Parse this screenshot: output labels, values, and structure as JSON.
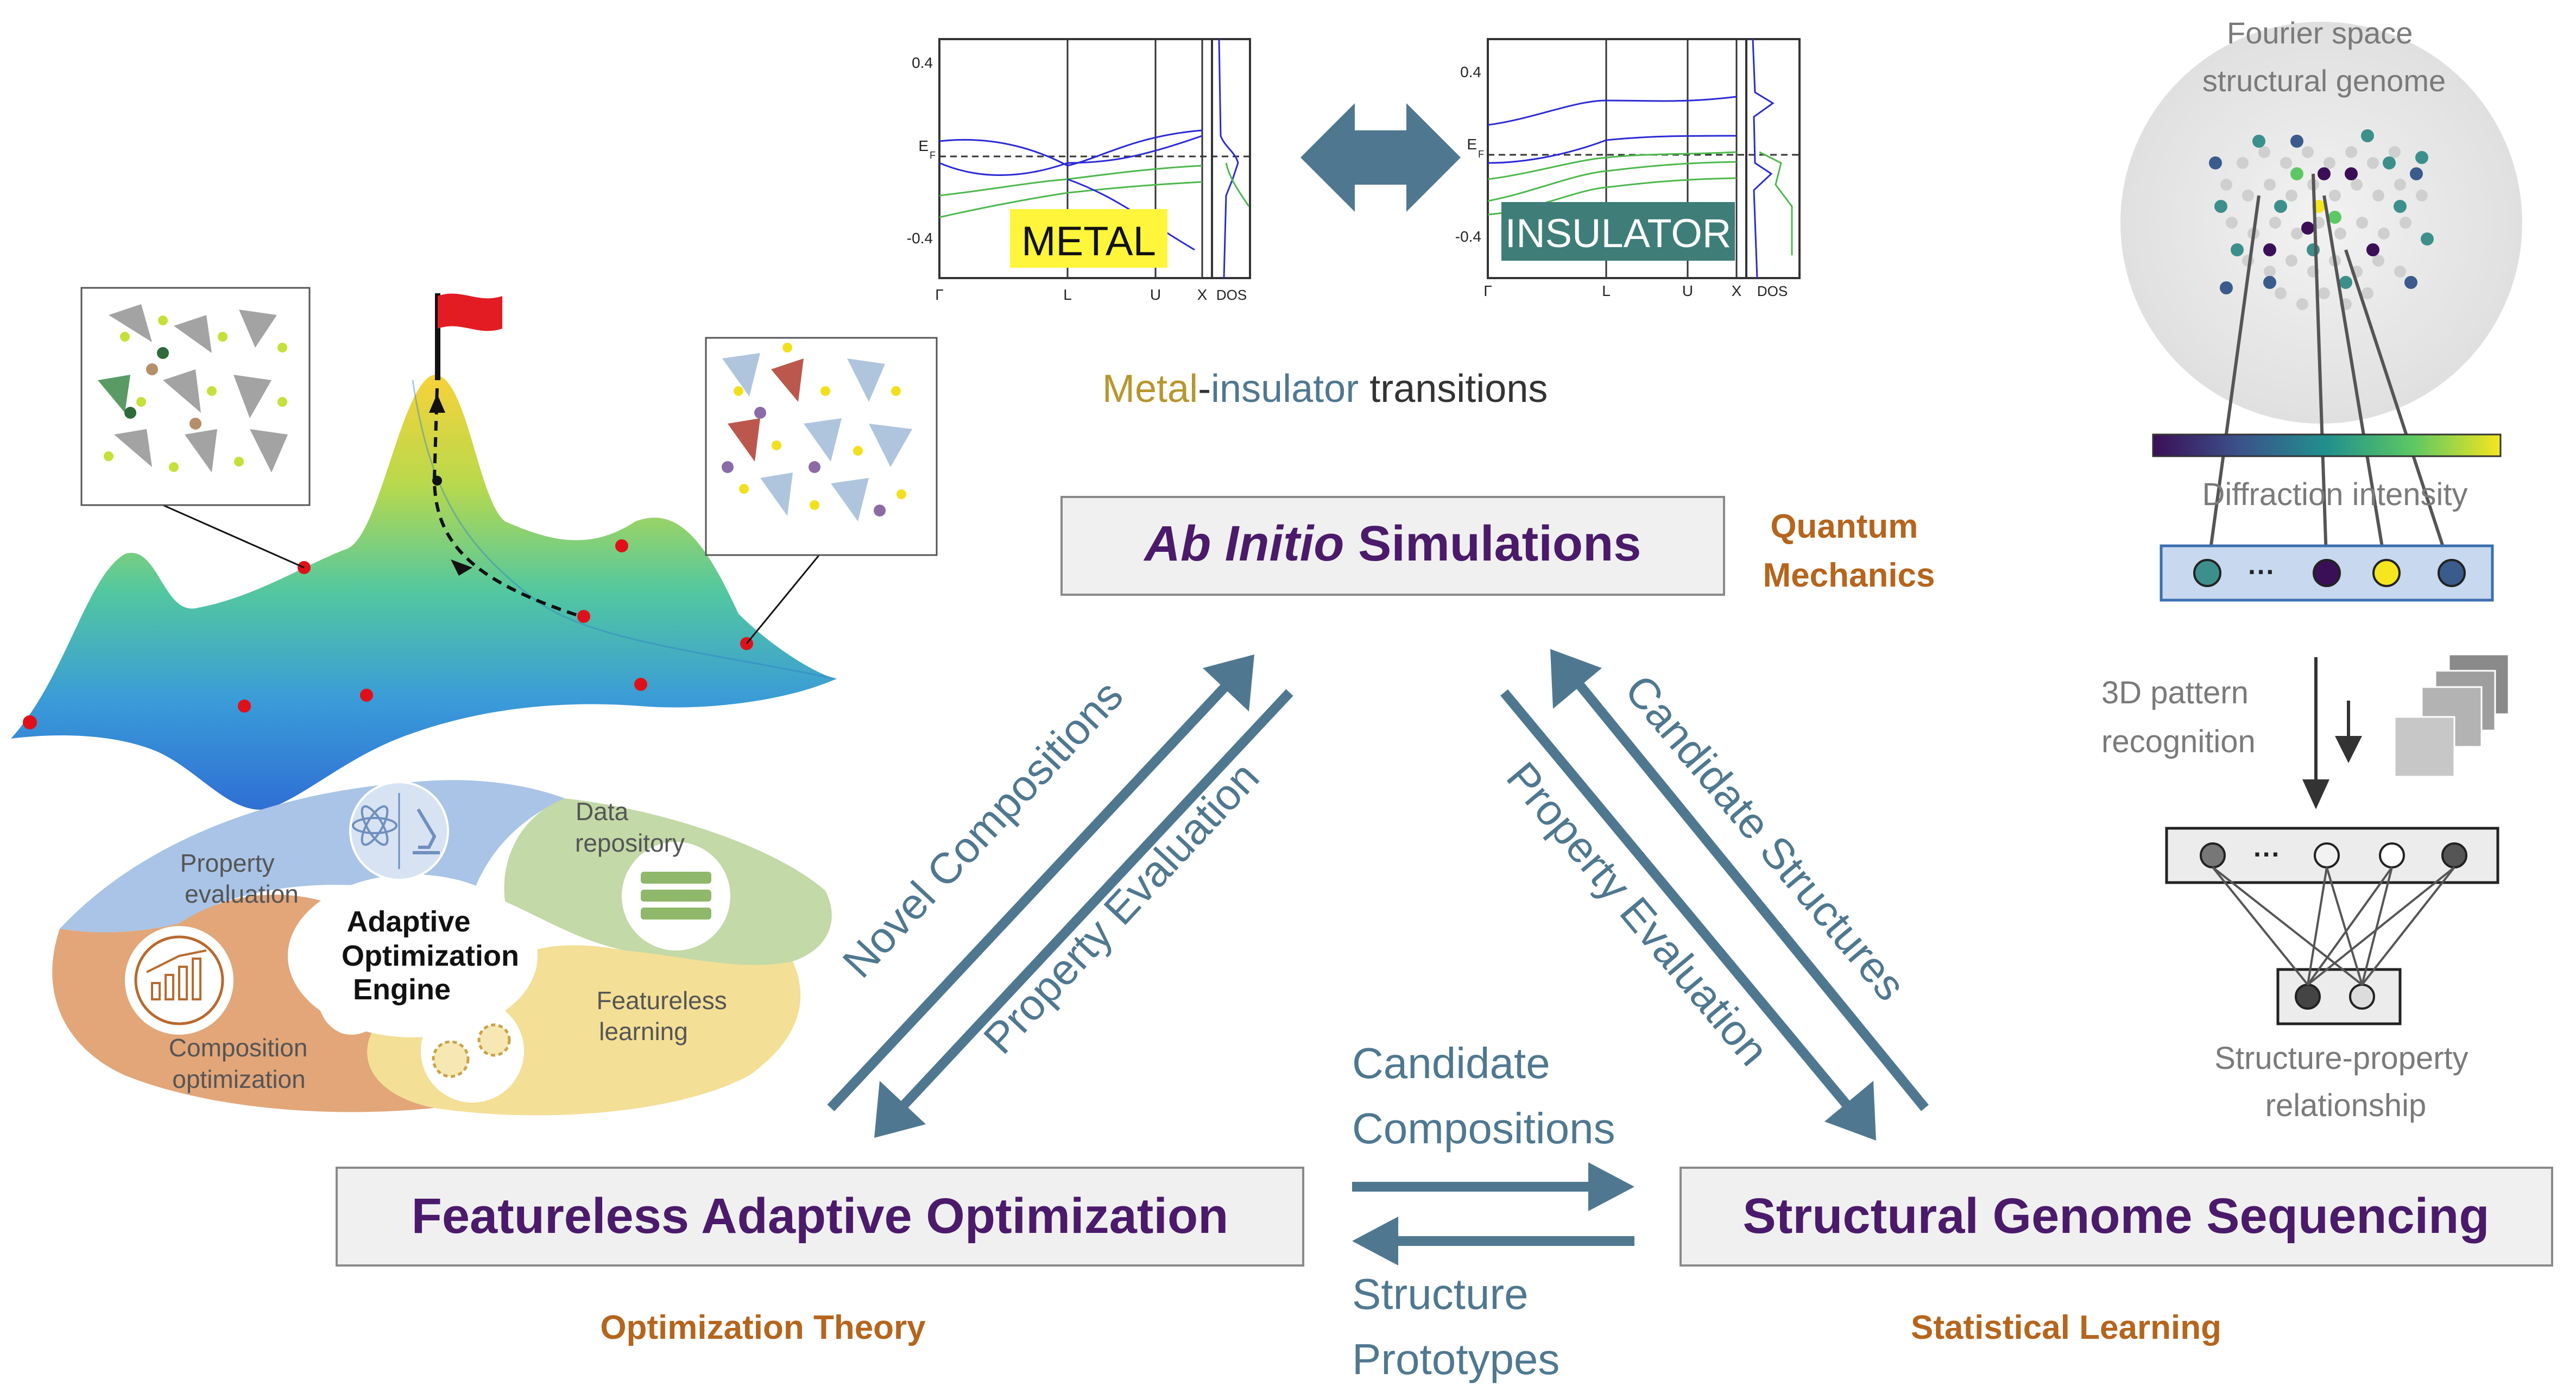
{
  "band_left": {
    "y_ticks": [
      "0.4",
      "E",
      "F",
      "-0.4"
    ],
    "x_ticks": [
      "Γ",
      "L",
      "U",
      "X"
    ],
    "dos_label": "DOS",
    "badge": "METAL"
  },
  "band_right": {
    "y_ticks": [
      "0.4",
      "E",
      "F",
      "-0.4"
    ],
    "x_ticks": [
      "Γ",
      "L",
      "U",
      "X"
    ],
    "dos_label": "DOS",
    "badge": "INSULATOR"
  },
  "transition": {
    "metal": "Metal",
    "dash": "-",
    "insulator": "insulator",
    "rest": " transitions"
  },
  "boxes": {
    "ab_initio_italic": "Ab Initio",
    "ab_initio_rest": " Simulations",
    "featureless": "Featureless Adaptive Optimization",
    "structural": "Structural Genome Sequencing"
  },
  "fields": {
    "quantum_1": "Quantum",
    "quantum_2": "Mechanics",
    "optimization": "Optimization Theory",
    "statistical": "Statistical Learning"
  },
  "flows": {
    "novel": "Novel Compositions",
    "prop_eval_left": "Property Evaluation",
    "candidate_structures": "Candidate Structures",
    "prop_eval_right": "Property Evaluation",
    "candidate_comp_1": "Candidate",
    "candidate_comp_2": "Compositions",
    "structure_proto_1": "Structure",
    "structure_proto_2": "Prototypes"
  },
  "engine": {
    "center_1": "Adaptive",
    "center_2": "Optimization",
    "center_3": "Engine",
    "property_1": "Property",
    "property_2": "evaluation",
    "data_1": "Data",
    "data_2": "repository",
    "comp_1": "Composition",
    "comp_2": "optimization",
    "feat_1": "Featureless",
    "feat_2": "learning"
  },
  "genome": {
    "fourier_1": "Fourier space",
    "fourier_2": "structural genome",
    "diffraction": "Diffraction intensity",
    "ellipsis": "···",
    "pattern_1": "3D pattern",
    "pattern_2": "recognition",
    "relation_1": "Structure-property",
    "relation_2": "relationship"
  },
  "colors": {
    "purple": "#4b1a6b",
    "orange": "#b5651d",
    "steel": "#4f7890",
    "gold": "#b8962e",
    "gray_text": "#7a7a7a"
  }
}
